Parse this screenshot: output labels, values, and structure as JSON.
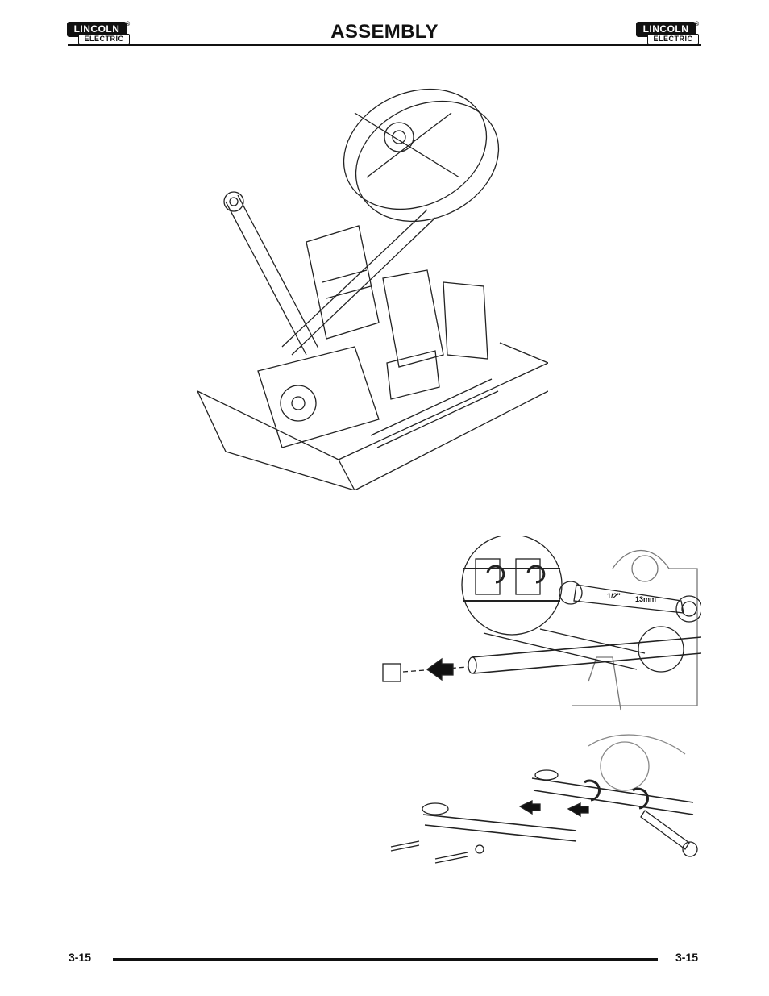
{
  "header": {
    "title": "ASSEMBLY",
    "logo": {
      "line1": "LINCOLN",
      "line2": "ELECTRIC",
      "mark": "®"
    }
  },
  "figures": {
    "fig2": {
      "wrench_label_in": "1/2\"",
      "wrench_label_mm": "13mm"
    }
  },
  "footer": {
    "page_left": "3-15",
    "page_right": "3-15"
  },
  "colors": {
    "ink": "#111111",
    "paper": "#ffffff"
  }
}
